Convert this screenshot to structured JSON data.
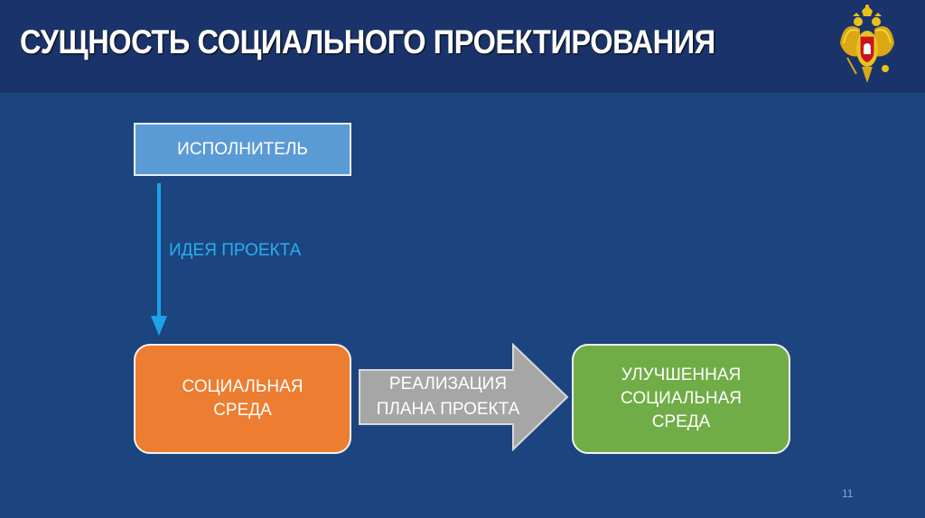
{
  "header": {
    "title": "СУЩНОСТЬ СОЦИАЛЬНОГО ПРОЕКТИРОВАНИЯ",
    "emblem_icon": "russian-coat-of-arms-icon"
  },
  "diagram": {
    "executor": "ИСПОЛНИТЕЛЬ",
    "idea_label": "ИДЕЯ ПРОЕКТА",
    "social_env": "СОЦИАЛЬНАЯ СРЕДА",
    "social_env_lines": [
      "СОЦИАЛЬНАЯ",
      "СРЕДА"
    ],
    "arrow_label_lines": [
      "РЕАЛИЗАЦИЯ",
      "ПЛАНА ПРОЕКТА"
    ],
    "improved_env_lines": [
      "УЛУЧШЕННАЯ",
      "СОЦИАЛЬНАЯ",
      "СРЕДА"
    ],
    "colors": {
      "background": "#1c4580",
      "header": "#1a346b",
      "executor_box": "#5b9bd5",
      "social_box": "#ed7d31",
      "improved_box": "#70ad47",
      "arrow_gray": "#a6a6a6",
      "down_arrow": "#1aa3e8"
    }
  },
  "footer": {
    "page_number": "11"
  }
}
